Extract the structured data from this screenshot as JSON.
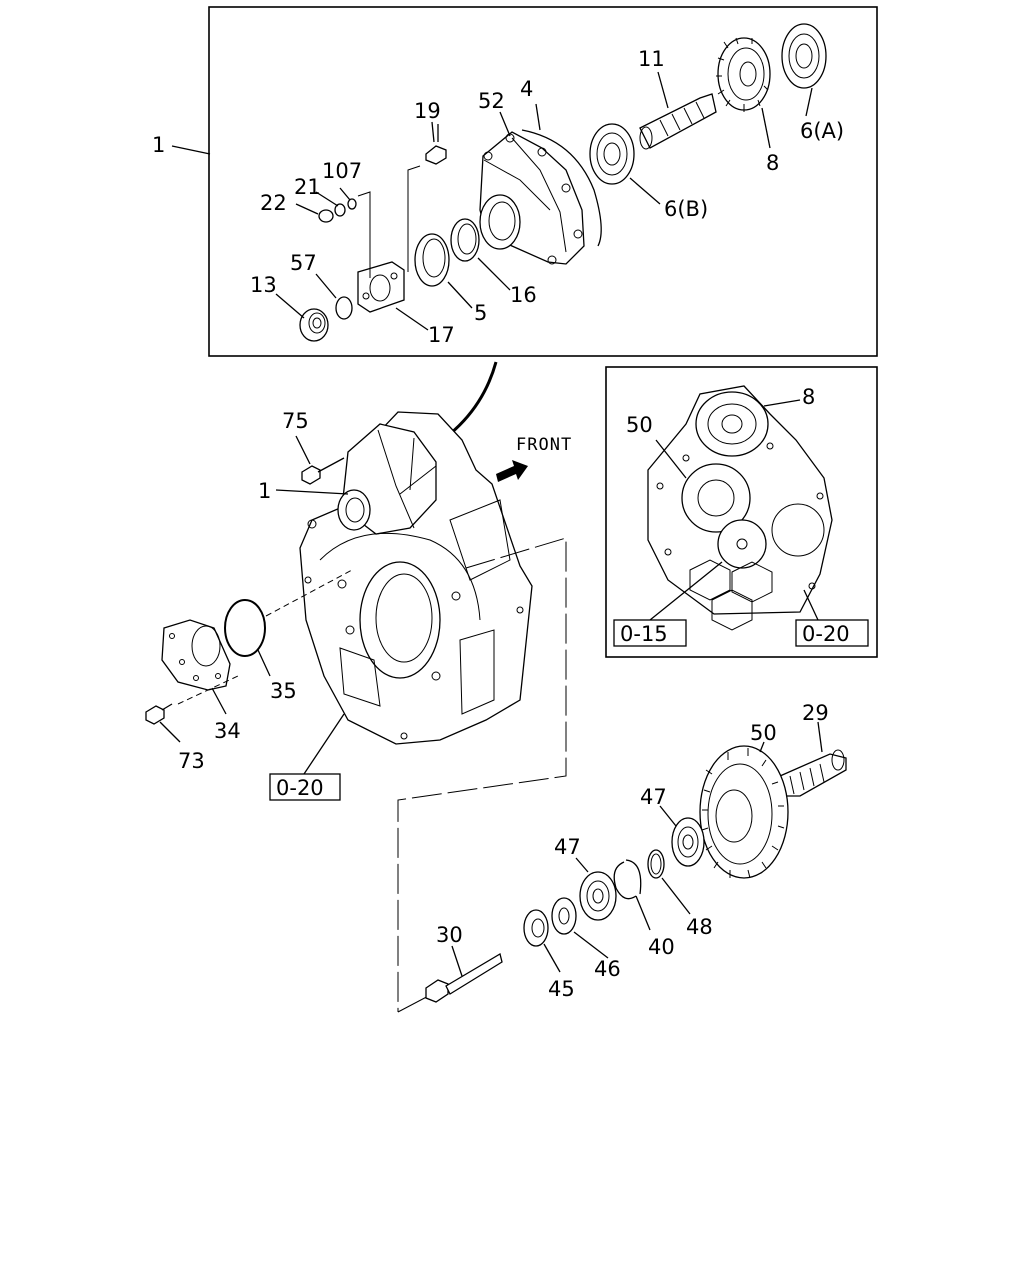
{
  "labels": {
    "l1_top": "1",
    "l4": "4",
    "l52": "52",
    "l11": "11",
    "l19": "19",
    "l107": "107",
    "l21": "21",
    "l22": "22",
    "l57": "57",
    "l13": "13",
    "l17": "17",
    "l5": "5",
    "l16": "16",
    "l6b": "6(B)",
    "l6a": "6(A)",
    "l8_top": "8",
    "l75": "75",
    "l1_mid": "1",
    "l35": "35",
    "l34": "34",
    "l73": "73",
    "l8_inset": "8",
    "l50_inset": "50",
    "l29": "29",
    "l50": "50",
    "l47a": "47",
    "l47b": "47",
    "l48": "48",
    "l40": "40",
    "l46": "46",
    "l45": "45",
    "l30": "30"
  },
  "front_label": "FRONT",
  "refs": {
    "r_main": "0-20",
    "r_inset_left": "0-15",
    "r_inset_right": "0-20"
  }
}
